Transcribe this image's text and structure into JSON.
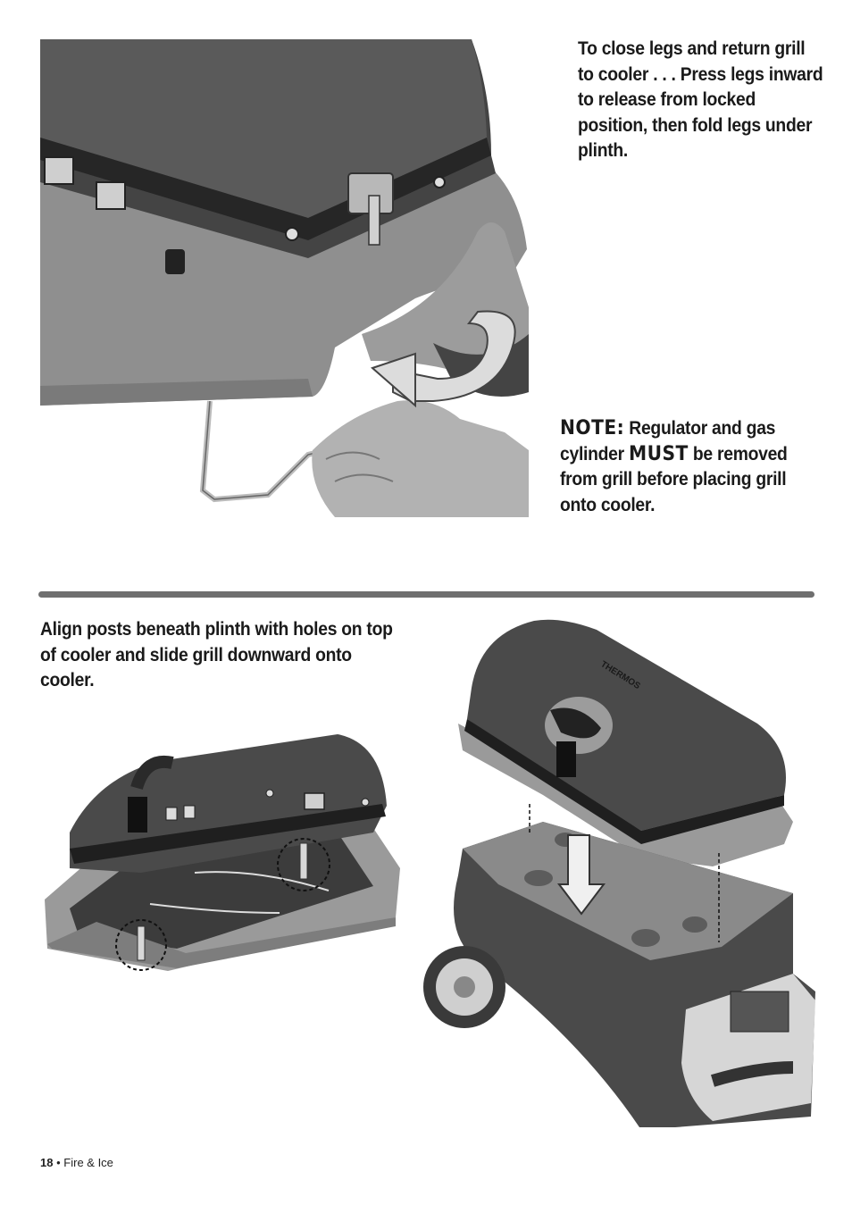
{
  "instructions": {
    "close_legs": "To close legs and return grill to cooler . . . Press legs inward to release from locked position, then fold legs under plinth.",
    "align_posts": "Align posts beneath plinth with holes on top of cooler and slide grill downward onto cooler."
  },
  "note": {
    "label": "NOTE:",
    "text_before": "Regulator and gas cylinder",
    "emphasis": "MUST",
    "text_after": "be removed from grill before placing grill onto cooler."
  },
  "illustrations": {
    "brand_logo_text": "THERMOS"
  },
  "footer": {
    "page_number": "18",
    "separator": "•",
    "title": "Fire & Ice"
  },
  "colors": {
    "divider": "#6f6f6f",
    "grill_dark": "#3c3c3c",
    "plinth_gray": "#9a9a9a"
  }
}
